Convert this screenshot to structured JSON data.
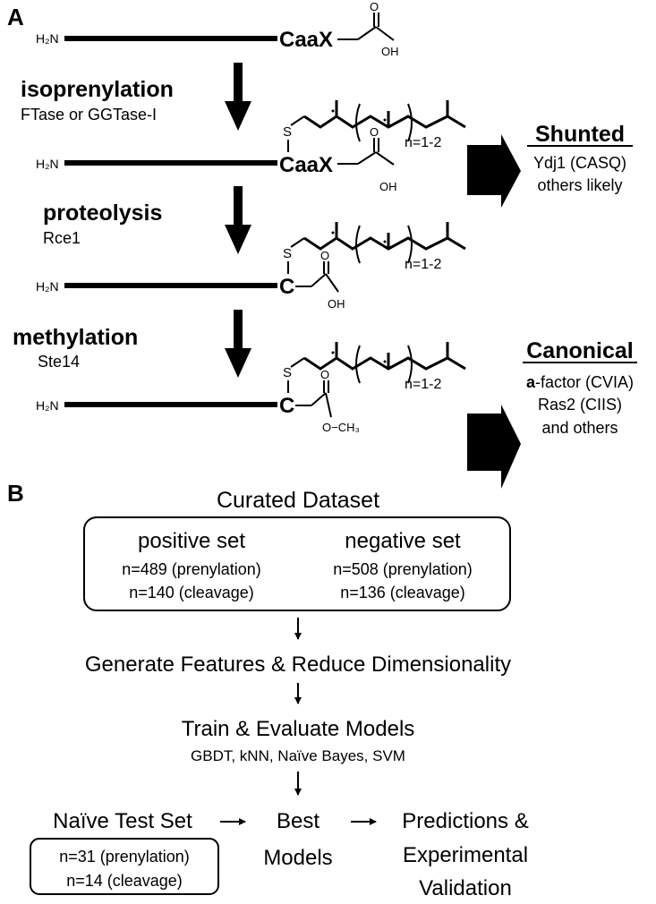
{
  "panel_a": {
    "label": "A",
    "n_terminus": "H₂N",
    "steps": [
      {
        "name": "isoprenylation",
        "enzyme": "FTase or GGTase-I"
      },
      {
        "name": "proteolysis",
        "enzyme": "Rce1"
      },
      {
        "name": "methylation",
        "enzyme": "Ste14"
      }
    ],
    "motif_full": "CaaX",
    "motif_cys": "C",
    "sulfur": "S",
    "carbonyl_o": "O",
    "hydroxyl": "OH",
    "methoxy": "O−CH₃",
    "repeat_label": "n=1-2",
    "shunted": {
      "title": "Shunted",
      "lines": [
        "Ydj1 (CASQ)",
        "others likely"
      ]
    },
    "canonical": {
      "title": "Canonical",
      "line1_bold": "a",
      "line1_rest": "-factor (CVIA)",
      "lines": [
        "Ras2 (CIIS)",
        "and others"
      ]
    }
  },
  "panel_b": {
    "label": "B",
    "dataset_title": "Curated Dataset",
    "positive": {
      "title": "positive set",
      "prenylation": "n=489 (prenylation)",
      "cleavage": "n=140 (cleavage)"
    },
    "negative": {
      "title": "negative set",
      "prenylation": "n=508 (prenylation)",
      "cleavage": "n=136 (cleavage)"
    },
    "features_step": "Generate Features & Reduce Dimensionality",
    "train_step": "Train & Evaluate Models",
    "models": "GBDT, kNN, Naïve Bayes, SVM",
    "naive_title": "Naïve Test Set",
    "naive_prenylation": "n=31 (prenylation)",
    "naive_cleavage": "n=14 (cleavage)",
    "best_models": [
      "Best",
      "Models"
    ],
    "predictions": [
      "Predictions &",
      "Experimental",
      "Validation"
    ]
  }
}
